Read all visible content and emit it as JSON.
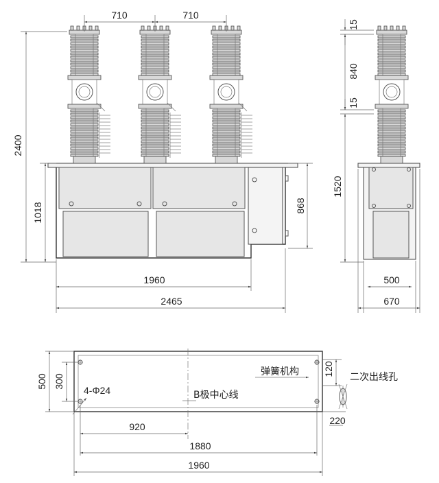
{
  "front_view": {
    "dim_pole_spacing_left": "710",
    "dim_pole_spacing_right": "710",
    "dim_total_height": "2400",
    "dim_base_height": "1018",
    "dim_mech_box_height": "868",
    "dim_base_width": "1960",
    "dim_total_width": "2465"
  },
  "side_view": {
    "dim_top_flange": "15",
    "dim_upper_insulator": "840",
    "dim_mid_flange": "15",
    "dim_lower_height": "1520",
    "dim_inner_width": "500",
    "dim_outer_width": "670"
  },
  "plan_view": {
    "dim_depth": "500",
    "dim_hole_offset_y": "300",
    "label_mounting_holes": "4-Φ24",
    "label_b_pole_centerline": "B极中心线",
    "label_spring_mechanism": "弹簧机构",
    "label_secondary_outlet": "二次出线孔",
    "dim_outlet_120": "120",
    "dim_outlet_220": "220",
    "dim_to_centerline": "920",
    "dim_hole_spacing": "1880",
    "dim_base_width": "1960"
  }
}
